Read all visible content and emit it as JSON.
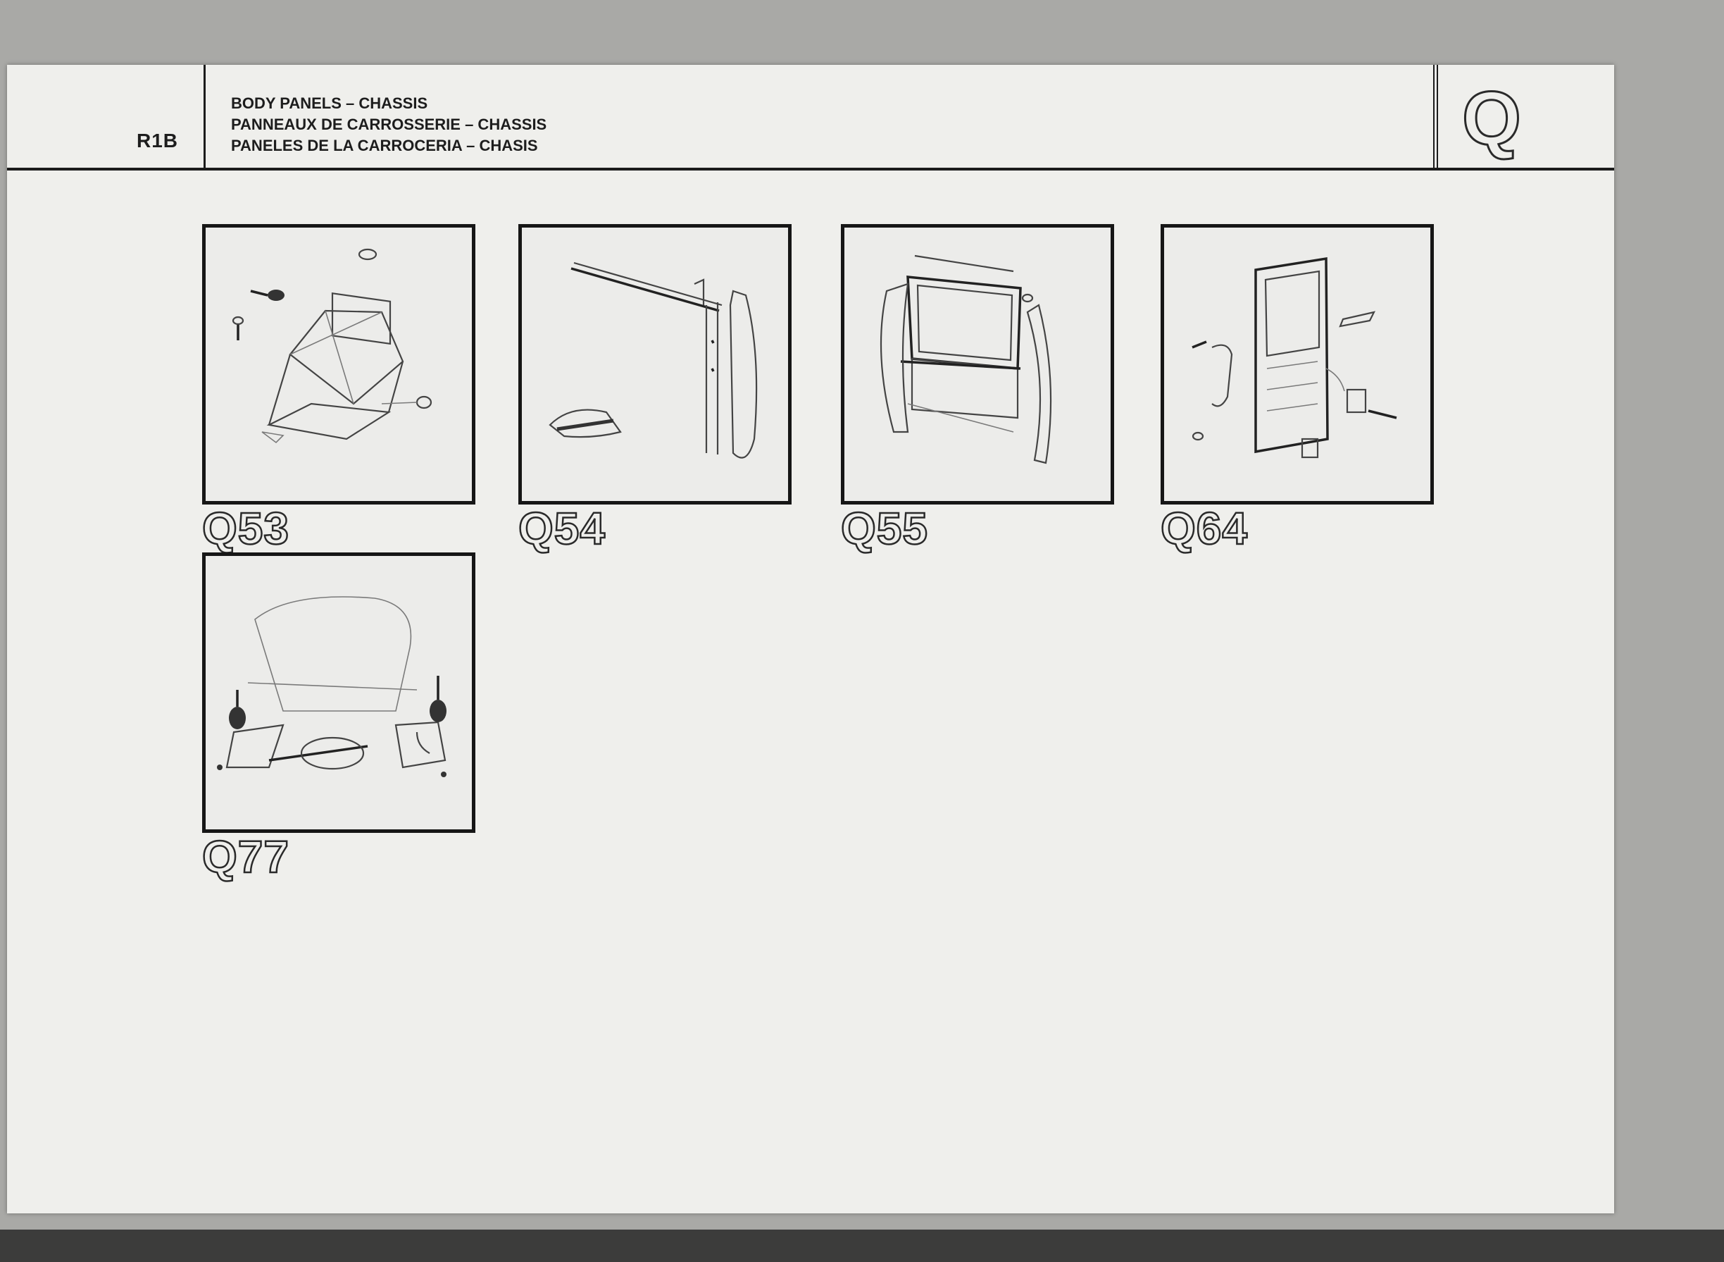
{
  "header": {
    "model_code": "R1B",
    "title_lines": [
      "BODY PANELS – CHASSIS",
      "PANNEAUX DE CARROSSERIE – CHASSIS",
      "PANELES DE LA CARROCERIA – CHASIS"
    ],
    "section_letter": "Q"
  },
  "tiles": [
    {
      "label": "Q53"
    },
    {
      "label": "Q54"
    },
    {
      "label": "Q55"
    },
    {
      "label": "Q64"
    },
    {
      "label": "Q77"
    }
  ]
}
